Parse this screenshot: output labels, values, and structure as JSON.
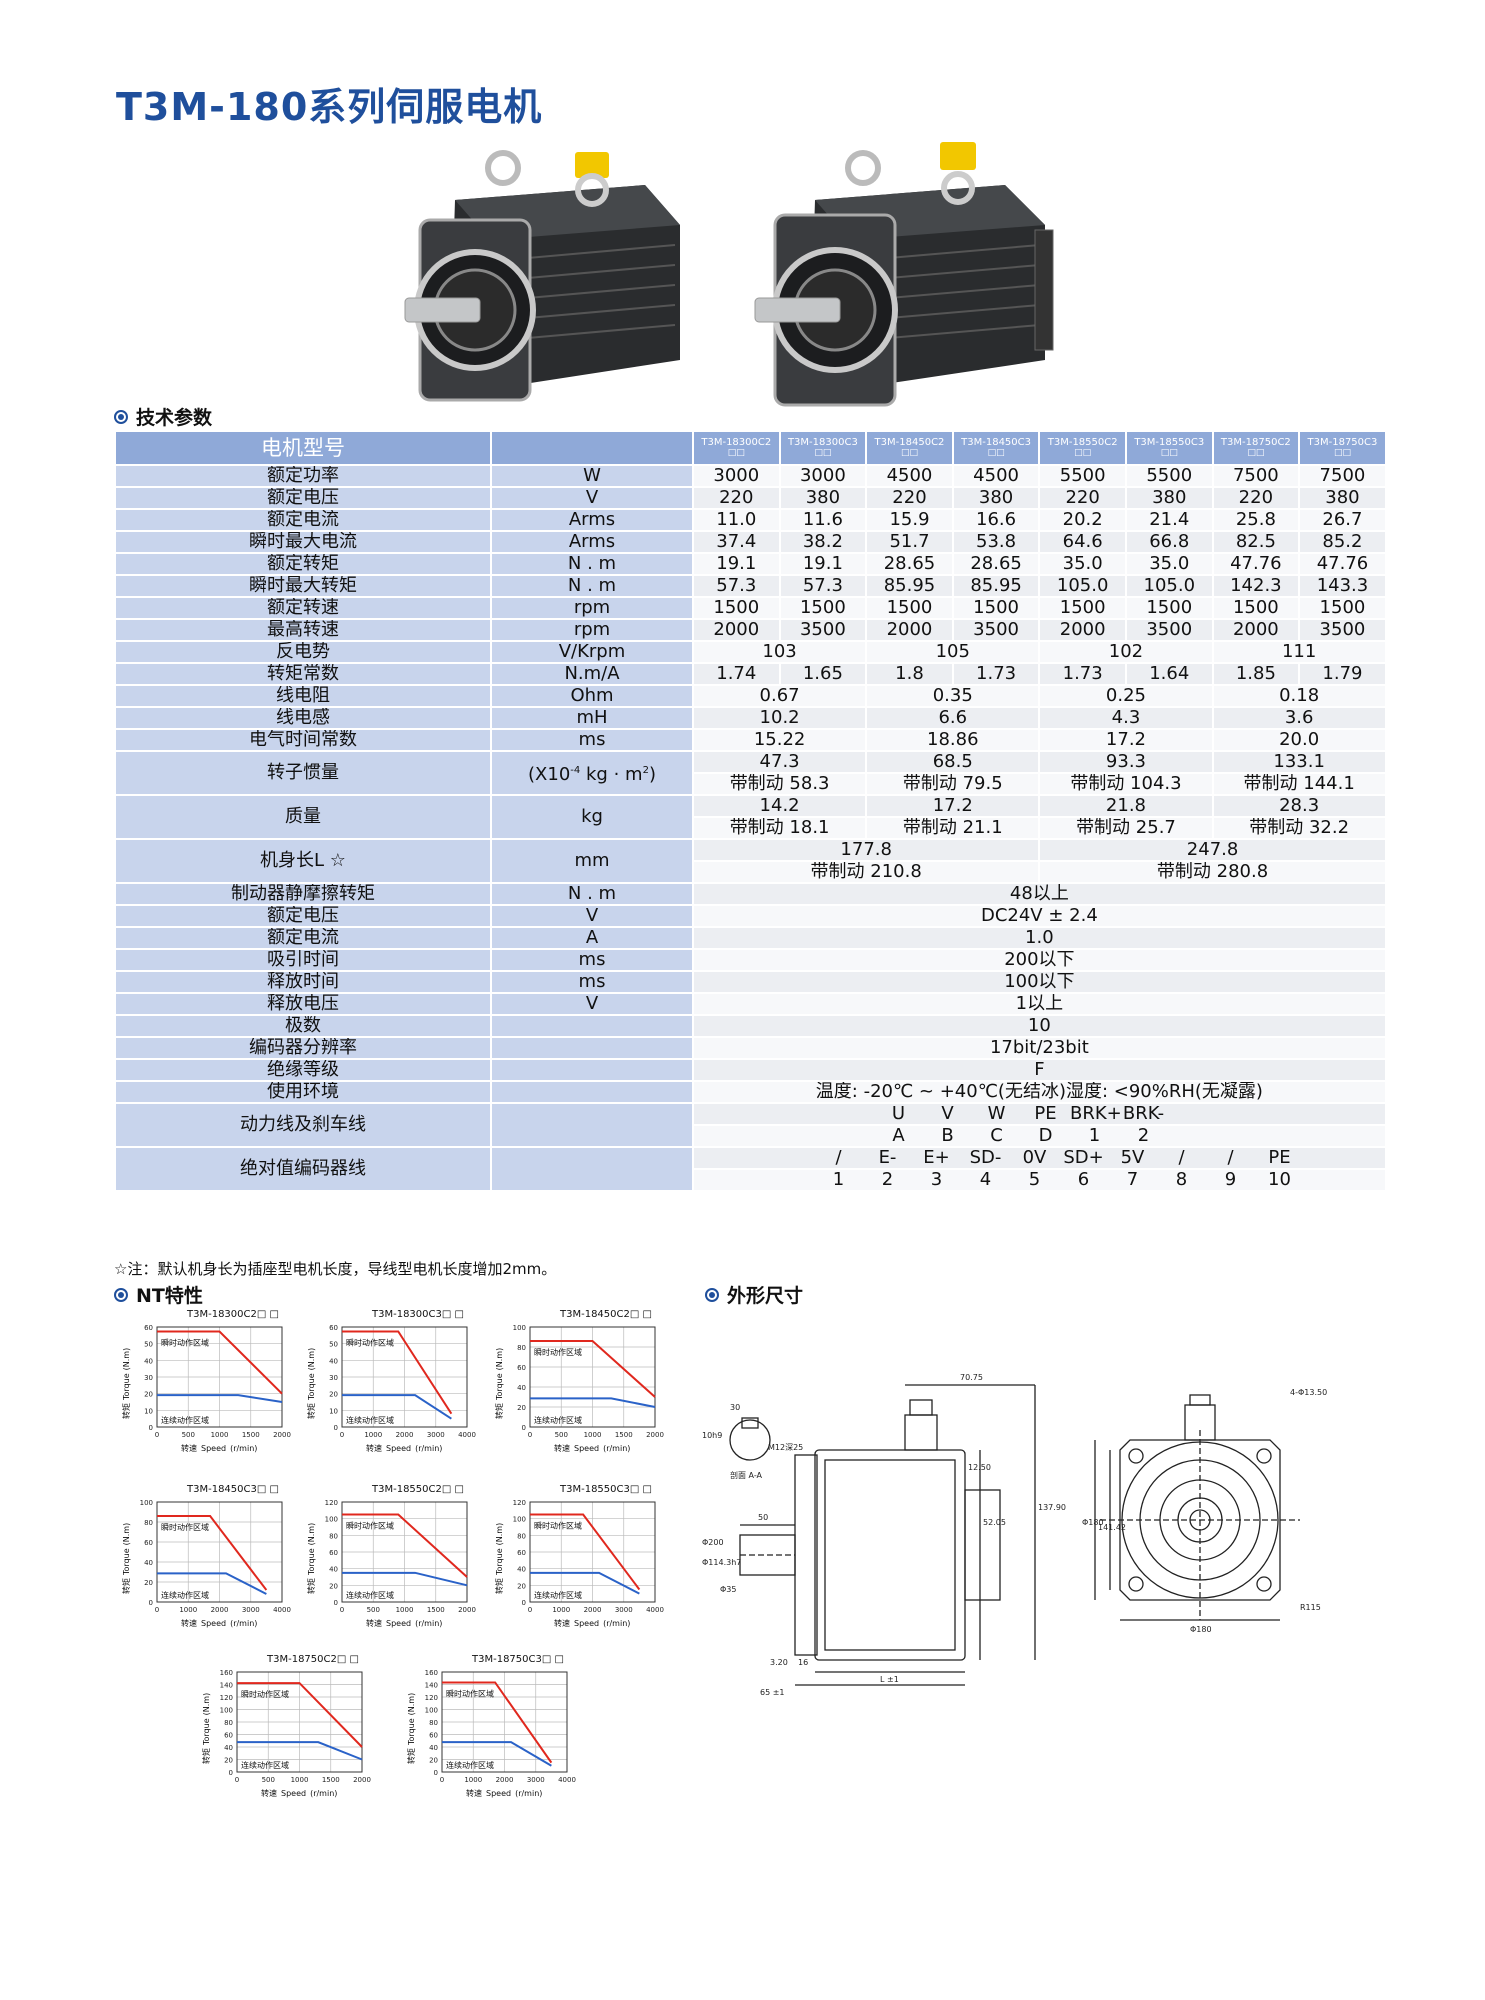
{
  "title": "T3M-180系列伺服电机",
  "sections": {
    "tech": "技术参数",
    "nt": "NT特性",
    "dims": "外形尺寸"
  },
  "table": {
    "header_label": "电机型号",
    "models": [
      "T3M-18300C2",
      "T3M-18300C3",
      "T3M-18450C2",
      "T3M-18450C3",
      "T3M-18550C2",
      "T3M-18550C3",
      "T3M-18750C2",
      "T3M-18750C3"
    ],
    "model_suffix": "□□",
    "rows": [
      {
        "label": "额定功率",
        "unit": "W",
        "cells": [
          {
            "t": "3000",
            "s": 1
          },
          {
            "t": "3000",
            "s": 1
          },
          {
            "t": "4500",
            "s": 1
          },
          {
            "t": "4500",
            "s": 1
          },
          {
            "t": "5500",
            "s": 1
          },
          {
            "t": "5500",
            "s": 1
          },
          {
            "t": "7500",
            "s": 1
          },
          {
            "t": "7500",
            "s": 1
          }
        ]
      },
      {
        "label": "额定电压",
        "unit": "V",
        "cells": [
          {
            "t": "220",
            "s": 1
          },
          {
            "t": "380",
            "s": 1
          },
          {
            "t": "220",
            "s": 1
          },
          {
            "t": "380",
            "s": 1
          },
          {
            "t": "220",
            "s": 1
          },
          {
            "t": "380",
            "s": 1
          },
          {
            "t": "220",
            "s": 1
          },
          {
            "t": "380",
            "s": 1
          }
        ]
      },
      {
        "label": "额定电流",
        "unit": "Arms",
        "cells": [
          {
            "t": "11.0",
            "s": 1
          },
          {
            "t": "11.6",
            "s": 1
          },
          {
            "t": "15.9",
            "s": 1
          },
          {
            "t": "16.6",
            "s": 1
          },
          {
            "t": "20.2",
            "s": 1
          },
          {
            "t": "21.4",
            "s": 1
          },
          {
            "t": "25.8",
            "s": 1
          },
          {
            "t": "26.7",
            "s": 1
          }
        ]
      },
      {
        "label": "瞬时最大电流",
        "unit": "Arms",
        "cells": [
          {
            "t": "37.4",
            "s": 1
          },
          {
            "t": "38.2",
            "s": 1
          },
          {
            "t": "51.7",
            "s": 1
          },
          {
            "t": "53.8",
            "s": 1
          },
          {
            "t": "64.6",
            "s": 1
          },
          {
            "t": "66.8",
            "s": 1
          },
          {
            "t": "82.5",
            "s": 1
          },
          {
            "t": "85.2",
            "s": 1
          }
        ]
      },
      {
        "label": "额定转矩",
        "unit": "N . m",
        "cells": [
          {
            "t": "19.1",
            "s": 1
          },
          {
            "t": "19.1",
            "s": 1
          },
          {
            "t": "28.65",
            "s": 1
          },
          {
            "t": "28.65",
            "s": 1
          },
          {
            "t": "35.0",
            "s": 1
          },
          {
            "t": "35.0",
            "s": 1
          },
          {
            "t": "47.76",
            "s": 1
          },
          {
            "t": "47.76",
            "s": 1
          }
        ]
      },
      {
        "label": "瞬时最大转矩",
        "unit": "N . m",
        "cells": [
          {
            "t": "57.3",
            "s": 1
          },
          {
            "t": "57.3",
            "s": 1
          },
          {
            "t": "85.95",
            "s": 1
          },
          {
            "t": "85.95",
            "s": 1
          },
          {
            "t": "105.0",
            "s": 1
          },
          {
            "t": "105.0",
            "s": 1
          },
          {
            "t": "142.3",
            "s": 1
          },
          {
            "t": "143.3",
            "s": 1
          }
        ]
      },
      {
        "label": "额定转速",
        "unit": "rpm",
        "cells": [
          {
            "t": "1500",
            "s": 1
          },
          {
            "t": "1500",
            "s": 1
          },
          {
            "t": "1500",
            "s": 1
          },
          {
            "t": "1500",
            "s": 1
          },
          {
            "t": "1500",
            "s": 1
          },
          {
            "t": "1500",
            "s": 1
          },
          {
            "t": "1500",
            "s": 1
          },
          {
            "t": "1500",
            "s": 1
          }
        ]
      },
      {
        "label": "最高转速",
        "unit": "rpm",
        "cells": [
          {
            "t": "2000",
            "s": 1
          },
          {
            "t": "3500",
            "s": 1
          },
          {
            "t": "2000",
            "s": 1
          },
          {
            "t": "3500",
            "s": 1
          },
          {
            "t": "2000",
            "s": 1
          },
          {
            "t": "3500",
            "s": 1
          },
          {
            "t": "2000",
            "s": 1
          },
          {
            "t": "3500",
            "s": 1
          }
        ]
      },
      {
        "label": "反电势",
        "unit": "V/Krpm",
        "cells": [
          {
            "t": "103",
            "s": 2
          },
          {
            "t": "105",
            "s": 2
          },
          {
            "t": "102",
            "s": 2
          },
          {
            "t": "111",
            "s": 2
          }
        ]
      },
      {
        "label": "转矩常数",
        "unit": "N.m/A",
        "cells": [
          {
            "t": "1.74",
            "s": 1
          },
          {
            "t": "1.65",
            "s": 1
          },
          {
            "t": "1.8",
            "s": 1
          },
          {
            "t": "1.73",
            "s": 1
          },
          {
            "t": "1.73",
            "s": 1
          },
          {
            "t": "1.64",
            "s": 1
          },
          {
            "t": "1.85",
            "s": 1
          },
          {
            "t": "1.79",
            "s": 1
          }
        ]
      },
      {
        "label": "线电阻",
        "unit": "Ohm",
        "cells": [
          {
            "t": "0.67",
            "s": 2
          },
          {
            "t": "0.35",
            "s": 2
          },
          {
            "t": "0.25",
            "s": 2
          },
          {
            "t": "0.18",
            "s": 2
          }
        ]
      },
      {
        "label": "线电感",
        "unit": "mH",
        "cells": [
          {
            "t": "10.2",
            "s": 2
          },
          {
            "t": "6.6",
            "s": 2
          },
          {
            "t": "4.3",
            "s": 2
          },
          {
            "t": "3.6",
            "s": 2
          }
        ]
      },
      {
        "label": "电气时间常数",
        "unit": "ms",
        "cells": [
          {
            "t": "15.22",
            "s": 2
          },
          {
            "t": "18.86",
            "s": 2
          },
          {
            "t": "17.2",
            "s": 2
          },
          {
            "t": "20.0",
            "s": 2
          }
        ]
      },
      {
        "label": "转子惯量",
        "unit": "(X10-4 kg · m2)",
        "lines": [
          [
            "47.3",
            "68.5",
            "93.3",
            "133.1"
          ],
          [
            "带制动 58.3",
            "带制动 79.5",
            "带制动 104.3",
            "带制动 144.1"
          ]
        ],
        "span": 2
      },
      {
        "label": "质量",
        "unit": "kg",
        "lines": [
          [
            "14.2",
            "17.2",
            "21.8",
            "28.3"
          ],
          [
            "带制动 18.1",
            "带制动 21.1",
            "带制动 25.7",
            "带制动 32.2"
          ]
        ],
        "span": 2
      },
      {
        "label": "机身长L ☆",
        "unit": "mm",
        "lines": [
          [
            "177.8",
            "247.8"
          ],
          [
            "带制动 210.8",
            "带制动 280.8"
          ]
        ],
        "span": 4
      },
      {
        "label": "制动器静摩擦转矩",
        "unit": "N . m",
        "cells": [
          {
            "t": "48以上",
            "s": 8
          }
        ]
      },
      {
        "label": "额定电压",
        "unit": "V",
        "cells": [
          {
            "t": "DC24V ± 2.4",
            "s": 8
          }
        ]
      },
      {
        "label": "额定电流",
        "unit": "A",
        "cells": [
          {
            "t": "1.0",
            "s": 8
          }
        ]
      },
      {
        "label": "吸引时间",
        "unit": "ms",
        "cells": [
          {
            "t": "200以下",
            "s": 8
          }
        ]
      },
      {
        "label": "释放时间",
        "unit": "ms",
        "cells": [
          {
            "t": "100以下",
            "s": 8
          }
        ]
      },
      {
        "label": "释放电压",
        "unit": "V",
        "cells": [
          {
            "t": "1以上",
            "s": 8
          }
        ]
      },
      {
        "label": "极数",
        "unit": "",
        "cells": [
          {
            "t": "10",
            "s": 8
          }
        ]
      },
      {
        "label": "编码器分辨率",
        "unit": "",
        "cells": [
          {
            "t": "17bit/23bit",
            "s": 8
          }
        ]
      },
      {
        "label": "绝缘等级",
        "unit": "",
        "cells": [
          {
            "t": "F",
            "s": 8
          }
        ]
      },
      {
        "label": "使用环境",
        "unit": "",
        "cells": [
          {
            "t": "温度: -20℃ ~ +40℃(无结冰)湿度: <90%RH(无凝露)",
            "s": 8
          }
        ]
      },
      {
        "label": "动力线及刹车线",
        "unit": "",
        "pins": [
          [
            "U",
            "V",
            "W",
            "PE",
            "BRK+",
            "BRK-"
          ],
          [
            "A",
            "B",
            "C",
            "D",
            "1",
            "2"
          ]
        ]
      },
      {
        "label": "绝对值编码器线",
        "unit": "",
        "pins": [
          [
            "/",
            "E-",
            "E+",
            "SD-",
            "0V",
            "SD+",
            "5V",
            "/",
            "/",
            "PE"
          ],
          [
            "1",
            "2",
            "3",
            "4",
            "5",
            "6",
            "7",
            "8",
            "9",
            "10"
          ]
        ]
      }
    ]
  },
  "note": "☆注：默认机身长为插座型电机长度，导线型电机长度增加2mm。",
  "nt_charts": {
    "ylabel_cn": "转矩",
    "ylabel_en": "Torque",
    "yunit": "(N.m)",
    "xlabel_cn": "转速",
    "xlabel_en": "Speed",
    "xunit": "(r/min)",
    "inst_label": "瞬时动作区域",
    "cont_label": "连续动作区域",
    "charts": [
      {
        "title": "T3M-18300C2□ □",
        "ymax": 60,
        "yticks": [
          0,
          10,
          20,
          30,
          40,
          50,
          60
        ],
        "xmax": 2000,
        "xticks": [
          0,
          500,
          1000,
          1500,
          2000
        ],
        "peak": 57.3,
        "rated": 19.1,
        "knee": 1000,
        "vmax": 2000,
        "peak_end": 20,
        "cont_end": 15
      },
      {
        "title": "T3M-18300C3□ □",
        "ymax": 60,
        "yticks": [
          0,
          10,
          20,
          30,
          40,
          50,
          60
        ],
        "xmax": 4000,
        "xticks": [
          0,
          1000,
          2000,
          3000,
          4000
        ],
        "peak": 57.3,
        "rated": 19.1,
        "knee": 1800,
        "vmax": 3500,
        "peak_end": 8,
        "cont_end": 5
      },
      {
        "title": "T3M-18450C2□ □",
        "ymax": 100,
        "yticks": [
          0,
          20,
          40,
          60,
          80,
          100
        ],
        "xmax": 2000,
        "xticks": [
          0,
          500,
          1000,
          1500,
          2000
        ],
        "peak": 85.95,
        "rated": 28.65,
        "knee": 1000,
        "vmax": 2000,
        "peak_end": 30,
        "cont_end": 20
      },
      {
        "title": "T3M-18450C3□ □",
        "ymax": 100,
        "yticks": [
          0,
          20,
          40,
          60,
          80,
          100
        ],
        "xmax": 4000,
        "xticks": [
          0,
          1000,
          2000,
          3000,
          4000
        ],
        "peak": 85.95,
        "rated": 28.65,
        "knee": 1700,
        "vmax": 3500,
        "peak_end": 12,
        "cont_end": 8
      },
      {
        "title": "T3M-18550C2□ □",
        "ymax": 120,
        "yticks": [
          0,
          20,
          40,
          60,
          80,
          100,
          120
        ],
        "xmax": 2000,
        "xticks": [
          0,
          500,
          1000,
          1500,
          2000
        ],
        "peak": 105,
        "rated": 35,
        "knee": 900,
        "vmax": 2000,
        "peak_end": 30,
        "cont_end": 20
      },
      {
        "title": "T3M-18550C3□ □",
        "ymax": 120,
        "yticks": [
          0,
          20,
          40,
          60,
          80,
          100,
          120
        ],
        "xmax": 4000,
        "xticks": [
          0,
          1000,
          2000,
          3000,
          4000
        ],
        "peak": 105,
        "rated": 35,
        "knee": 1700,
        "vmax": 3500,
        "peak_end": 15,
        "cont_end": 10
      },
      {
        "title": "T3M-18750C2□ □",
        "ymax": 160,
        "yticks": [
          0,
          20,
          40,
          60,
          80,
          100,
          120,
          140,
          160
        ],
        "xmax": 2000,
        "xticks": [
          0,
          500,
          1000,
          1500,
          2000
        ],
        "peak": 142.3,
        "rated": 47.76,
        "knee": 1000,
        "vmax": 2000,
        "peak_end": 40,
        "cont_end": 20
      },
      {
        "title": "T3M-18750C3□ □",
        "ymax": 160,
        "yticks": [
          0,
          20,
          40,
          60,
          80,
          100,
          120,
          140,
          160
        ],
        "xmax": 4000,
        "xticks": [
          0,
          1000,
          2000,
          3000,
          4000
        ],
        "peak": 143.3,
        "rated": 47.76,
        "knee": 1700,
        "vmax": 3500,
        "peak_end": 15,
        "cont_end": 10
      }
    ]
  },
  "dims": {
    "top_len": "70.75",
    "shaft_len": "50",
    "d_key": "M12深25",
    "key_w": "10h9",
    "key_l": "30",
    "section": "剖面 A-A",
    "shaft_d": "Φ35",
    "pilot_d": "Φ114.3h7",
    "flange_d": "Φ200",
    "len_total": "L ±1",
    "d1": "65 ±1",
    "d2": "3.20",
    "d3": "16",
    "h1": "137.90",
    "h2": "12.50",
    "h3": "52.05",
    "hole": "4-Φ13.50",
    "pcd": "Φ180",
    "side": "141.42",
    "radius": "R115",
    "side_w": "Φ180"
  }
}
